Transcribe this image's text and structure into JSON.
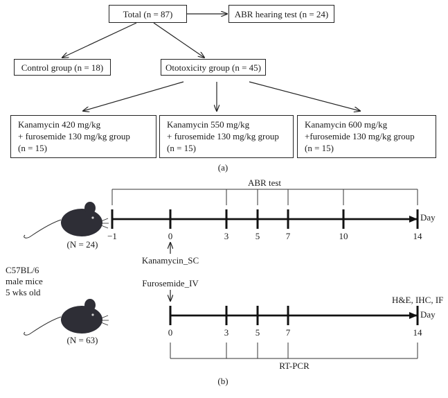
{
  "part_a": {
    "total": "Total (n = 87)",
    "abr_hearing_test": "ABR hearing test (n = 24)",
    "control_group": "Control group (n = 18)",
    "ototoxicity_group": "Ototoxicity group (n = 45)",
    "groups": [
      {
        "line1": "Kanamycin 420 mg/kg",
        "line2": "+ furosemide 130 mg/kg group",
        "line3": "(n = 15)"
      },
      {
        "line1": "Kanamycin 550 mg/kg",
        "line2": "+ furosemide 130 mg/kg group",
        "line3": "(n = 15)"
      },
      {
        "line1": "Kanamycin 600 mg/kg",
        "line2": "+furosemide 130 mg/kg group",
        "line3": "(n = 15)"
      }
    ],
    "caption": "(a)"
  },
  "part_b": {
    "abr_test": "ABR test",
    "timeline1_ticks": [
      "−1",
      "0",
      "3",
      "5",
      "7",
      "10",
      "14"
    ],
    "day_label_1": "Day",
    "mouse1_n": "(N = 24)",
    "kanamycin": "Kanamycin_SC",
    "mice_desc": [
      "C57BL/6",
      "male mice",
      "5 wks old"
    ],
    "furosemide": "Furosemide_IV",
    "timeline2_ticks": [
      "0",
      "3",
      "5",
      "7",
      "14"
    ],
    "day_label_2": "Day",
    "endpoints": "H&E, IHC, IF",
    "mouse2_n": "(N = 63)",
    "rt_pcr": "RT-PCR",
    "caption": "(b)"
  }
}
